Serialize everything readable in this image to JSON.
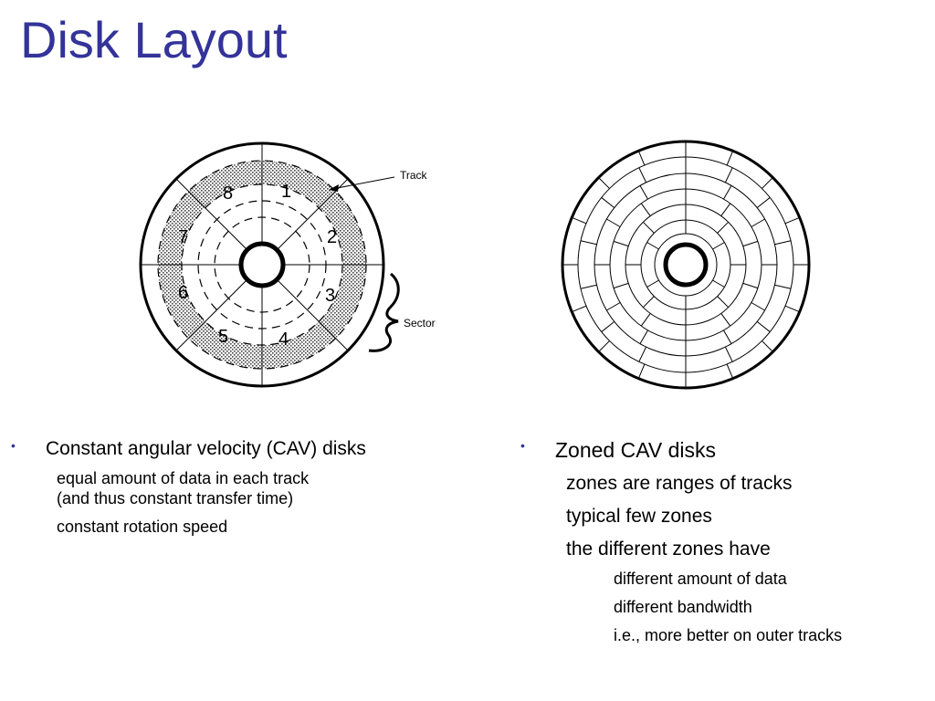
{
  "title": "Disk Layout",
  "diagram_left": {
    "sector_numbers": [
      "1",
      "2",
      "3",
      "4",
      "5",
      "6",
      "7",
      "8"
    ],
    "track_label": "Track",
    "sector_label": "Sector"
  },
  "left_column": {
    "bullet": "Constant angular velocity (CAV) disks",
    "sub_items": [
      [
        "equal amount of data in each track",
        "(and thus constant transfer time)"
      ],
      [
        "constant rotation speed"
      ]
    ]
  },
  "right_column": {
    "bullet": "Zoned CAV disks",
    "sub_items": [
      "zones are ranges of tracks",
      "typical few zones",
      "the different zones have"
    ],
    "sub_sub_items": [
      "different amount of data",
      "different bandwidth",
      "i.e., more better on outer tracks"
    ]
  }
}
